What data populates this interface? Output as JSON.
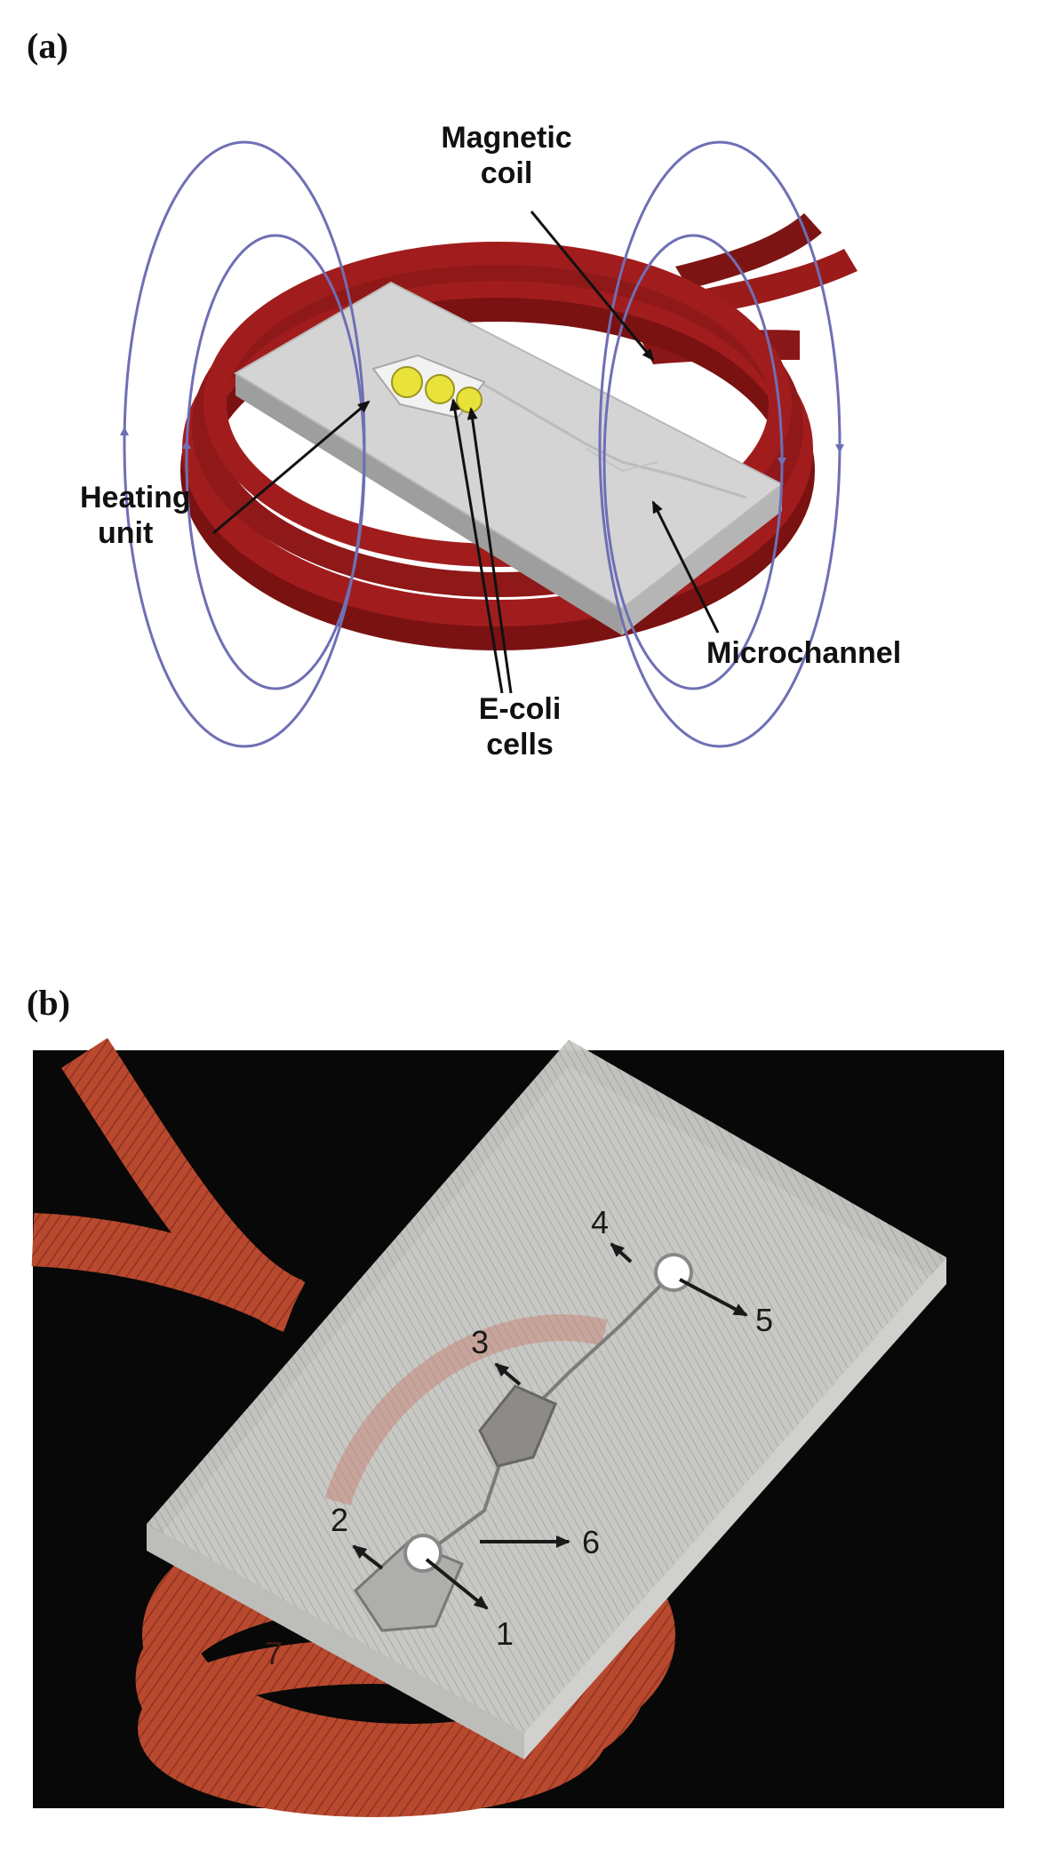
{
  "panel_a": {
    "label": "(a)",
    "callouts": {
      "magnetic_coil": [
        "Magnetic",
        "coil"
      ],
      "heating_unit": [
        "Heating",
        "unit"
      ],
      "microchannel": "Microchannel",
      "ecoli_cells": [
        "E-coli",
        "cells"
      ]
    }
  },
  "panel_b": {
    "label": "(b)",
    "markers": [
      "1",
      "2",
      "3",
      "4",
      "5",
      "6",
      "7"
    ]
  },
  "colors": {
    "coil": "#9b1b1b",
    "field_lines": "#6f6fb5",
    "chip": "#d4d4d4",
    "photo_bg": "#080808",
    "tube": "#b8492e"
  }
}
